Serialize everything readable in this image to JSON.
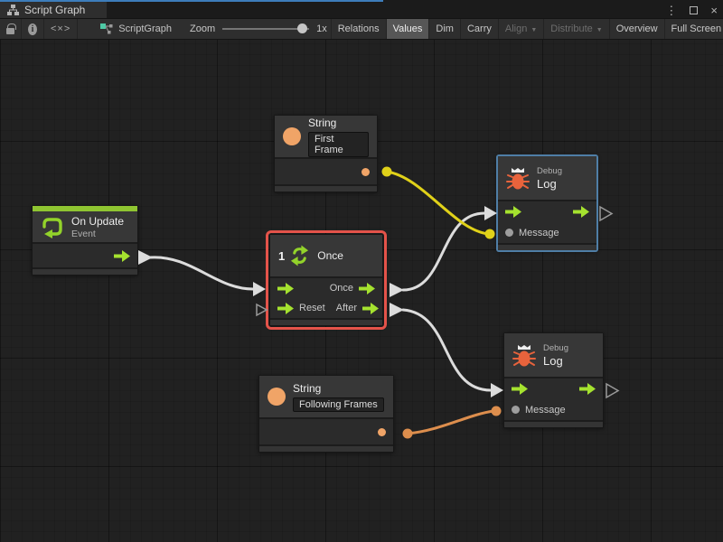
{
  "window": {
    "title": "Script Graph",
    "menu_icon": "⋮",
    "close_icon": "×"
  },
  "toolbar": {
    "info_glyph": "i",
    "code_glyph": "<×>",
    "graph_name": "ScriptGraph",
    "zoom_label": "Zoom",
    "zoom_value": "1x",
    "dropdown_icon": "▼",
    "buttons": [
      {
        "id": "relations",
        "label": "Relations",
        "state": "normal"
      },
      {
        "id": "values",
        "label": "Values",
        "state": "active"
      },
      {
        "id": "dim",
        "label": "Dim",
        "state": "normal"
      },
      {
        "id": "carry",
        "label": "Carry",
        "state": "normal"
      },
      {
        "id": "align",
        "label": "Align",
        "state": "disabled"
      },
      {
        "id": "distribute",
        "label": "Distribute",
        "state": "disabled"
      },
      {
        "id": "overview",
        "label": "Overview",
        "state": "normal"
      },
      {
        "id": "fullscreen",
        "label": "Full Screen",
        "state": "normal"
      }
    ]
  },
  "nodes": {
    "string_first": {
      "title": "String",
      "value": "First Frame"
    },
    "on_update": {
      "title": "On Update",
      "subtitle": "Event"
    },
    "once": {
      "badge": "1",
      "title": "Once",
      "input_reset": "Reset",
      "output_once": "Once",
      "output_after": "After"
    },
    "debug_top": {
      "subtitle": "Debug",
      "title": "Log",
      "input_message": "Message"
    },
    "debug_bottom": {
      "subtitle": "Debug",
      "title": "Log",
      "input_message": "Message"
    },
    "string_following": {
      "title": "String",
      "value": "Following Frames"
    }
  },
  "colors": {
    "flow_wire": "#dcdcdc",
    "string_wire_yellow": "#e0d119",
    "string_wire_orange": "#dd8e4d",
    "green_port": "#a5e22f",
    "green_icon": "#93d32a",
    "green_bar": "#8fc531",
    "value_orange": "#f0a467",
    "bug_orange": "#e8633c",
    "bug_head": "#efefef",
    "selection_red": "#e4534a",
    "highlight_blue": "#4f7ea6",
    "unconnected_port": "#9a9a9a"
  }
}
